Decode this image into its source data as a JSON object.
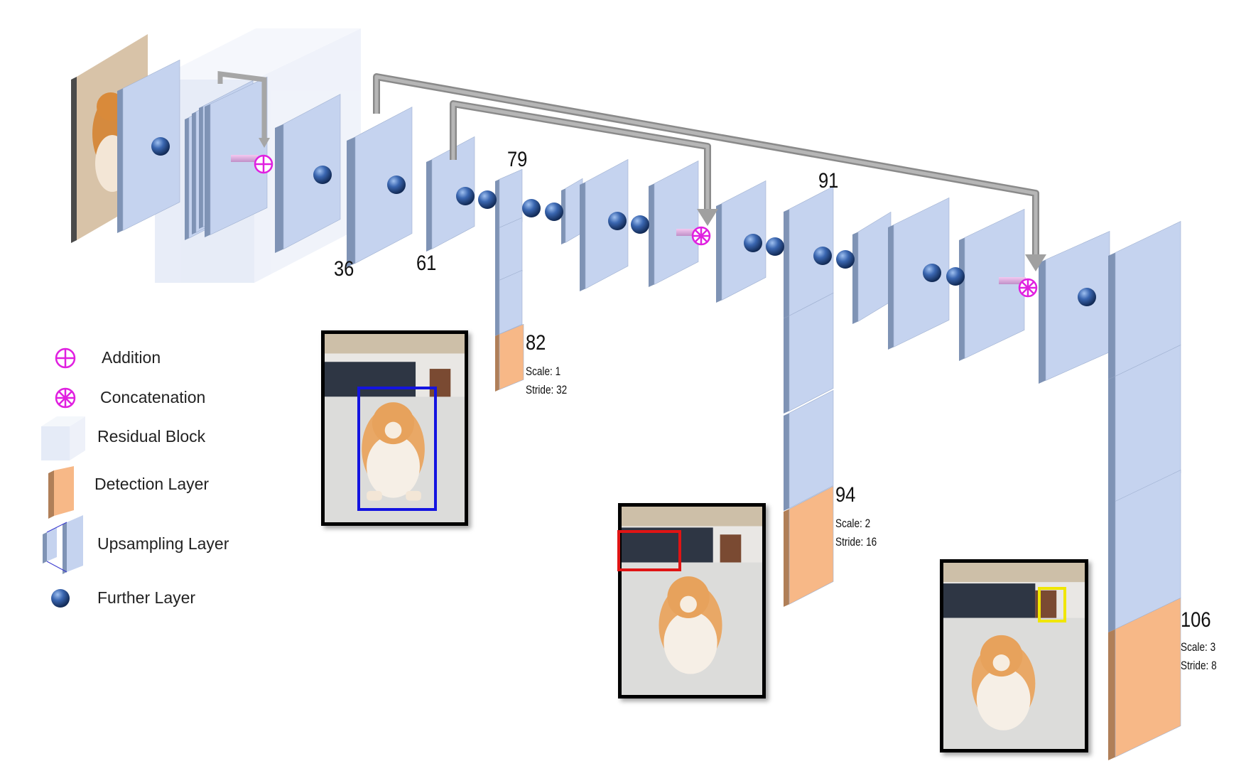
{
  "layer_labels": {
    "l36": "36",
    "l61": "61",
    "l79": "79",
    "l82": "82",
    "l91": "91",
    "l94": "94",
    "l106": "106"
  },
  "scales": {
    "s82": {
      "scale": "Scale: 1",
      "stride": "Stride: 32"
    },
    "s94": {
      "scale": "Scale: 2",
      "stride": "Stride: 16"
    },
    "s106": {
      "scale": "Scale: 3",
      "stride": "Stride: 8"
    }
  },
  "legend": {
    "addition": "Addition",
    "concatenation": "Concatenation",
    "residual": "Residual Block",
    "detection": "Detection Layer",
    "upsampling": "Upsampling Layer",
    "further": "Further Layer"
  },
  "colors": {
    "layer_face": "#c5d3ef",
    "layer_side": "#7f93b5",
    "detection_face": "#f7b887",
    "detection_side": "#b07f58",
    "residual": "#dbe3f4",
    "node": "#2f5a9e",
    "skip_arrow": "#9a9a9a",
    "op_magenta": "#e020e0",
    "box_blue": "#1414e0",
    "box_red": "#e01414",
    "box_yellow": "#f0e600"
  },
  "icons": [
    "addition-icon",
    "concatenation-icon",
    "further-layer-node-icon",
    "upsampling-layer-icon"
  ]
}
